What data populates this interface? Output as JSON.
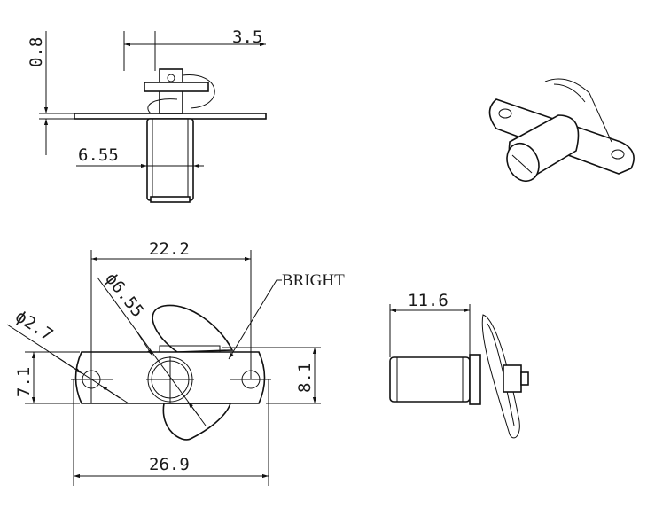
{
  "title": "Quarter-turn latch technical drawing",
  "top_view": {
    "dim_width_3_5": "3.5",
    "dim_thickness_0_8": "0.8",
    "dim_diameter_6_55": "6.55"
  },
  "front_view": {
    "dim_hole_spacing": "22.2",
    "dim_overall_length": "26.9",
    "dim_left_height": "7.1",
    "dim_right_height": "8.1",
    "dim_hole_diameter": "ϕ2.7",
    "dim_stud_diameter": "ϕ6.55",
    "finish_label": "BRIGHT"
  },
  "side_view": {
    "dim_length": "11.6"
  }
}
